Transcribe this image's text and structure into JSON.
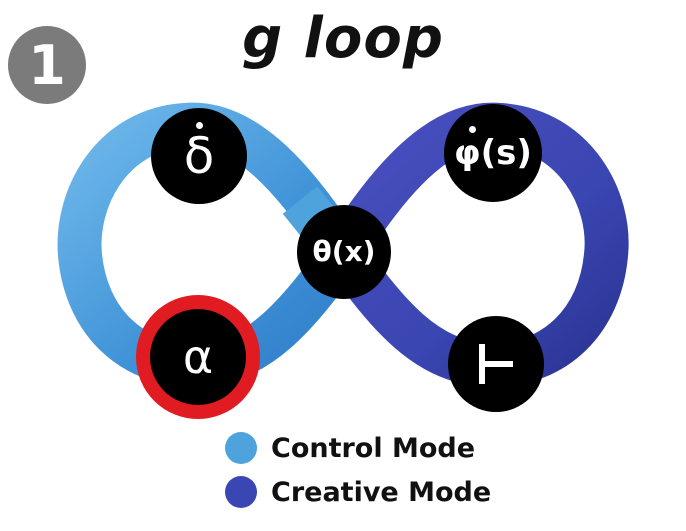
{
  "badge": {
    "number": "1"
  },
  "title": "g loop",
  "nodes": {
    "delta": {
      "symbol": "δ"
    },
    "phi": {
      "symbol": "φ(s)"
    },
    "theta": {
      "symbol": "θ(x)"
    },
    "alpha": {
      "symbol": "α"
    },
    "tack": {
      "icon": "right-tack-icon"
    }
  },
  "legend": [
    {
      "label": "Control Mode",
      "color": "#4ea3dc"
    },
    {
      "label": "Creative Mode",
      "color": "#3a46b2"
    }
  ],
  "colors": {
    "control": "#4ea3dc",
    "creative": "#3a46b2",
    "highlight": "#e01b22",
    "badge": "#7b7b7b"
  }
}
